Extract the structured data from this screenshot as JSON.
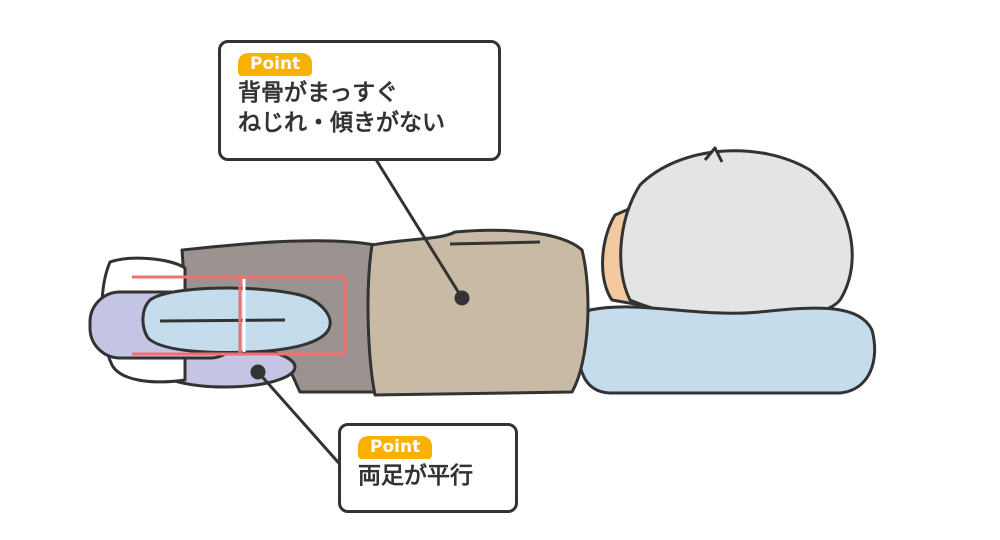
{
  "callouts": [
    {
      "badge": "Point",
      "lines": [
        "背骨がまっすぐ",
        "ねじれ・傾きがない"
      ]
    },
    {
      "badge": "Point",
      "lines": [
        "両足が平行"
      ]
    }
  ],
  "colors": {
    "badge": "#f9b100",
    "guide_line": "#f07070",
    "pillow": "#c5dcec",
    "shirt": "#c8baa4",
    "pants": "#9a9390",
    "hair": "#e4e4e4",
    "feet": "#c4c4e4",
    "outline": "#333333"
  }
}
